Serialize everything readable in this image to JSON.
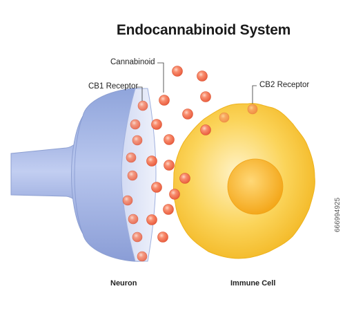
{
  "title": "Endocannabinoid System",
  "labels": {
    "cannabinoid": "Cannabinoid",
    "cb1_receptor": "CB1 Receptor",
    "cb2_receptor": "CB2 Receptor",
    "neuron": "Neuron",
    "immune_cell": "Immune Cell"
  },
  "stock_id": "666994925",
  "colors": {
    "neuron_body": "#a9b9e4",
    "neuron_edge": "#8d9fd1",
    "synapse_face": "#e4e9f8",
    "cannabinoid_particle": "#ee6a4b",
    "immune_cell": "#f7c233",
    "nucleus": "#f6ad1c"
  }
}
